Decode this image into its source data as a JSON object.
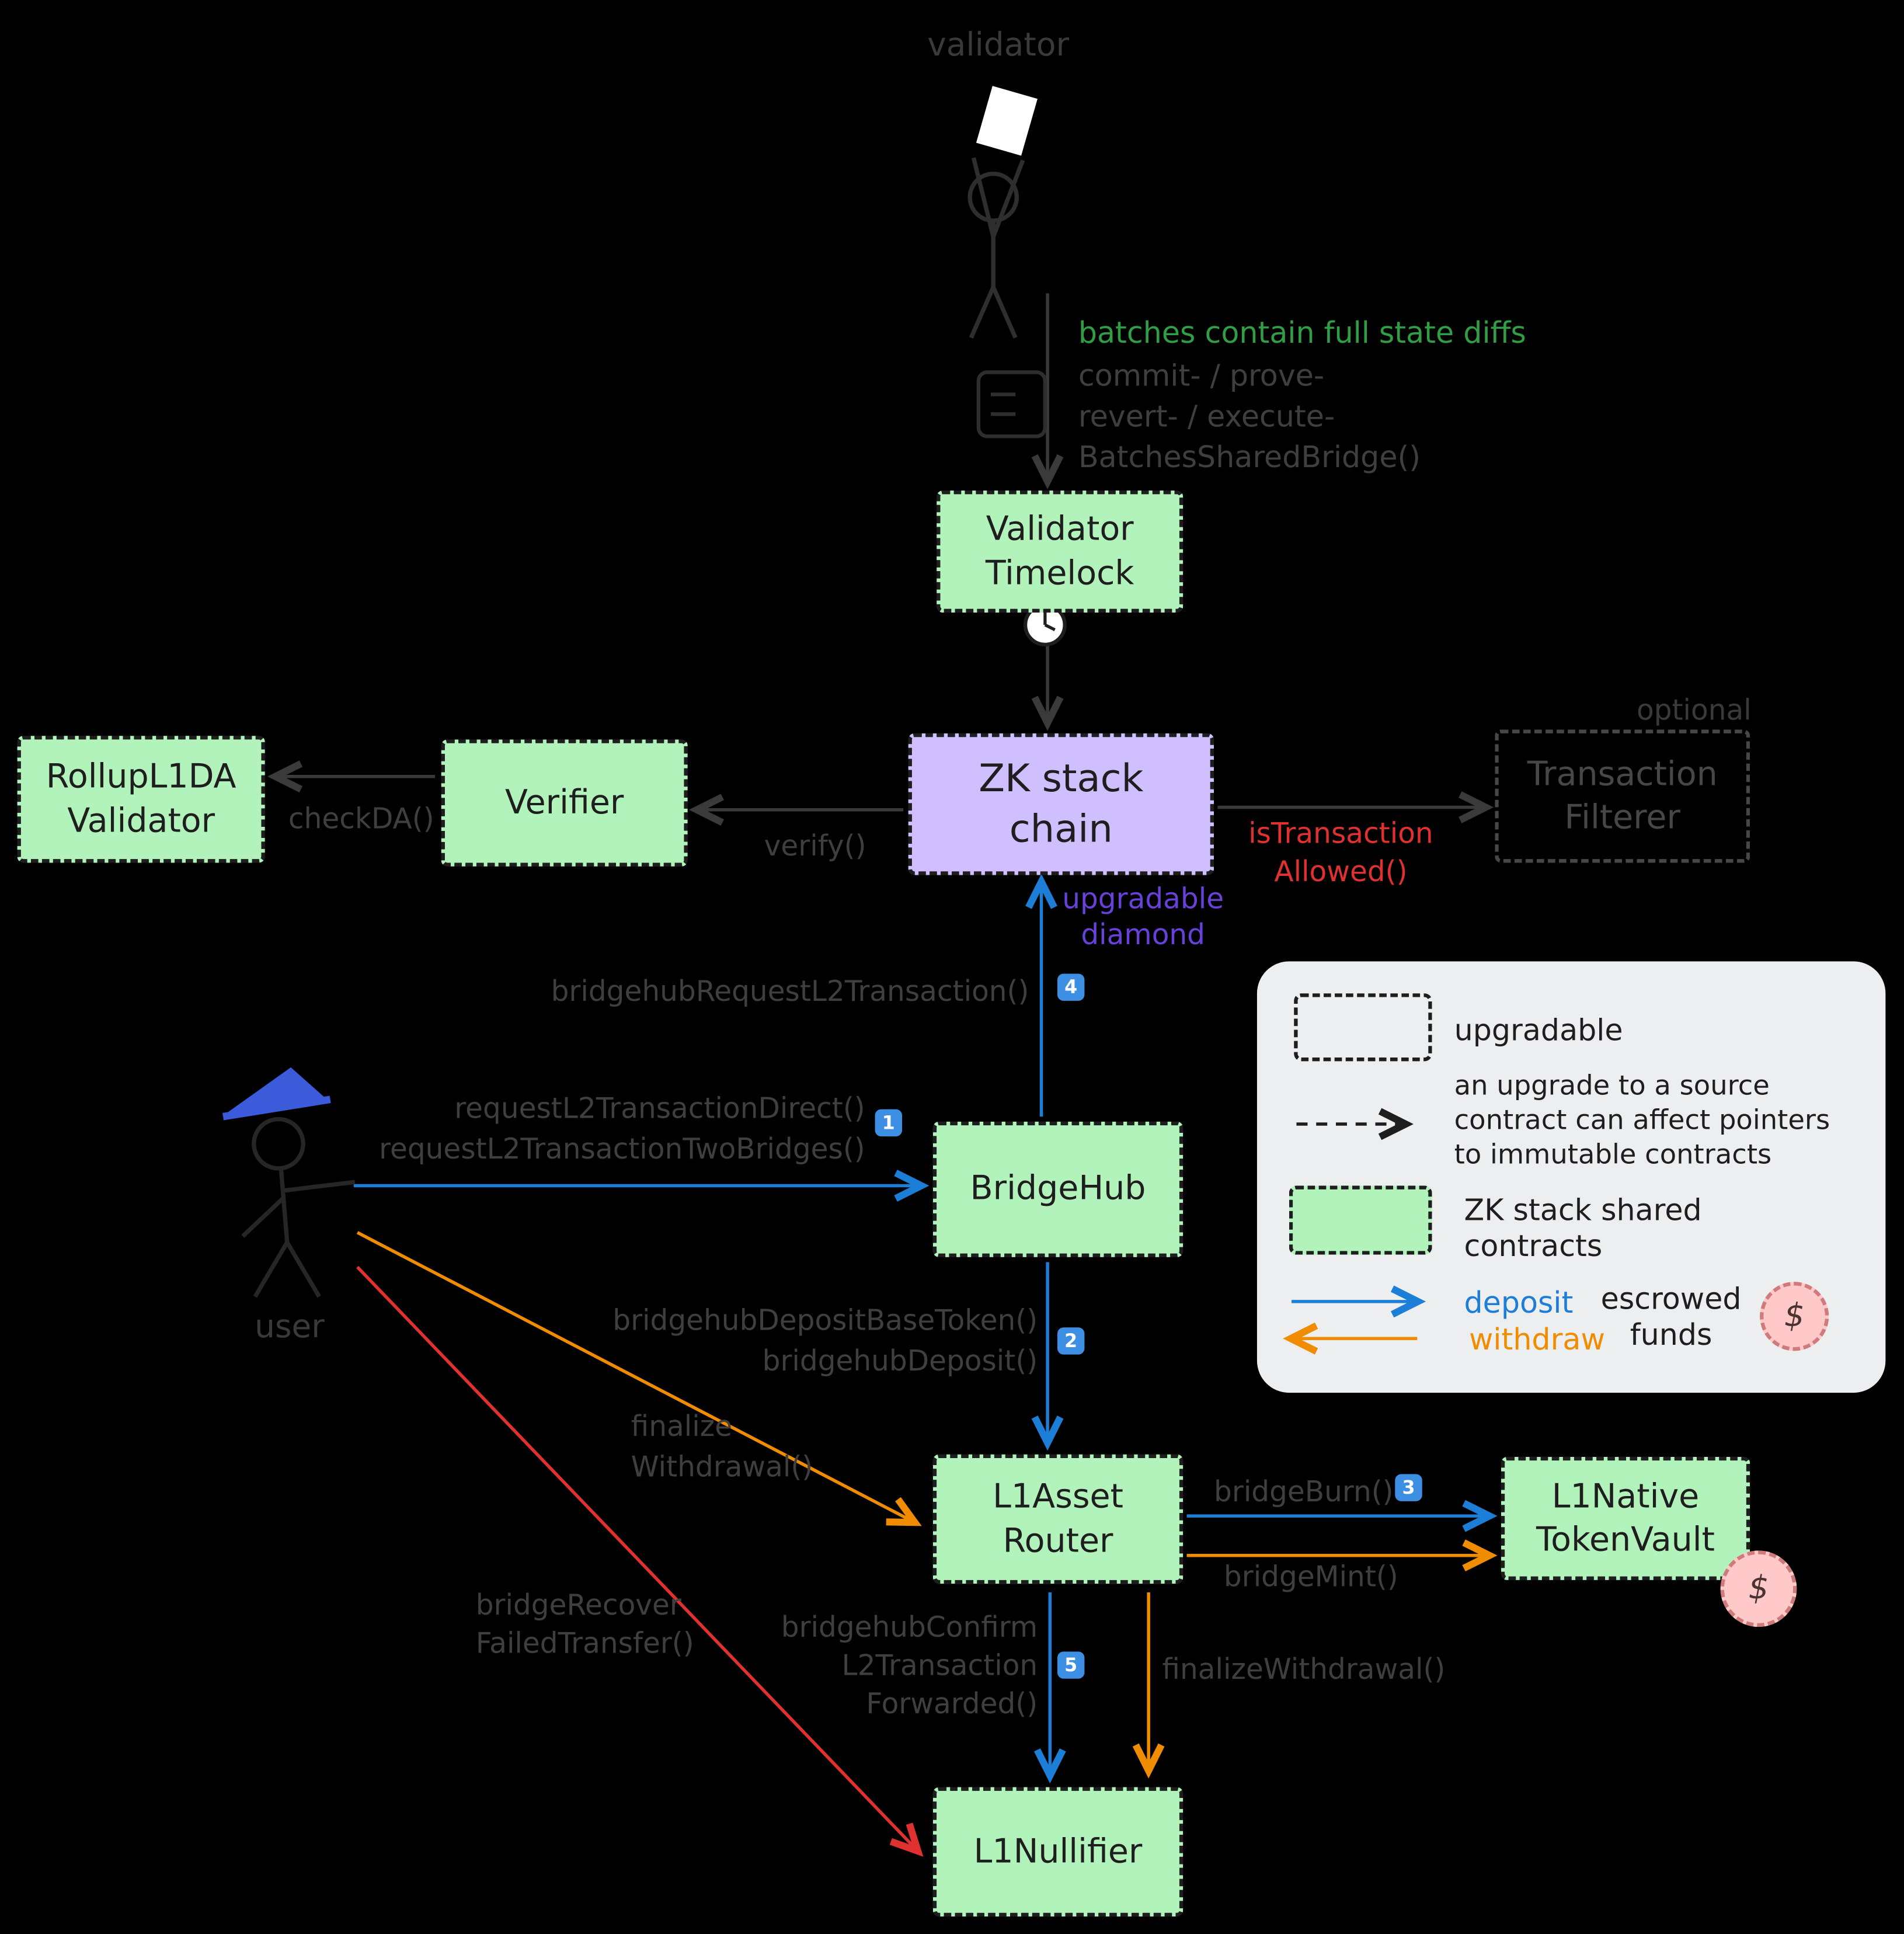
{
  "colors": {
    "background": "#000000",
    "node_green": "#b2f2bb",
    "node_purple": "#d0bfff",
    "deposit_blue": "#1c7ed6",
    "withdraw_orange": "#f08c00",
    "alert_red": "#e03131",
    "note_green": "#2f9e44",
    "escrow_pink": "#ffc9c9",
    "legend_bg": "#edeef0"
  },
  "figures": {
    "validator_label": "validator",
    "user_label": "user"
  },
  "nodes": {
    "rollup_l1da_validator": "RollupL1DA\nValidator",
    "verifier": "Verifier",
    "zk_stack_chain": "ZK stack\nchain",
    "validator_timelock": "Validator\nTimelock",
    "transaction_filterer": "Transaction\nFilterer",
    "transaction_filterer_tag": "optional",
    "bridgehub": "BridgeHub",
    "l1_asset_router": "L1Asset\nRouter",
    "l1_native_token_vault": "L1Native\nTokenVault",
    "l1_nullifier": "L1Nullifier"
  },
  "edges": {
    "batches_note": "batches contain full state diffs",
    "commit_note": "commit- / prove-\nrevert- / execute-\nBatchesSharedBridge()",
    "check_da": "checkDA()",
    "verify": "verify()",
    "is_transaction_allowed": "isTransaction\nAllowed()",
    "upgradable_diamond": "upgradable\ndiamond",
    "bridgehub_request_l2_tx": "bridgehubRequestL2Transaction()",
    "request_l2_tx": "requestL2TransactionDirect()\nrequestL2TransactionTwoBridges()",
    "bridgehub_deposit": "bridgehubDepositBaseToken()\nbridgehubDeposit()",
    "finalize_withdrawal_user": "finalize\nWithdrawal()",
    "bridge_recover": "bridgeRecover\nFailedTransfer()",
    "bridge_burn": "bridgeBurn()",
    "bridge_mint": "bridgeMint()",
    "bridgehub_confirm": "bridgehubConfirm\nL2Transaction\nForwarded()",
    "finalize_withdrawal_router": "finalizeWithdrawal()"
  },
  "badges": {
    "one": "1",
    "two": "2",
    "three": "3",
    "four": "4",
    "five": "5"
  },
  "legend": {
    "upgradable": "upgradable",
    "upgrade_note": "an upgrade to a source\ncontract can affect pointers\nto immutable contracts",
    "shared_contracts": "ZK stack shared\ncontracts",
    "deposit": "deposit",
    "withdraw": "withdraw",
    "escrowed_funds": "escrowed\nfunds",
    "dollar": "$"
  }
}
